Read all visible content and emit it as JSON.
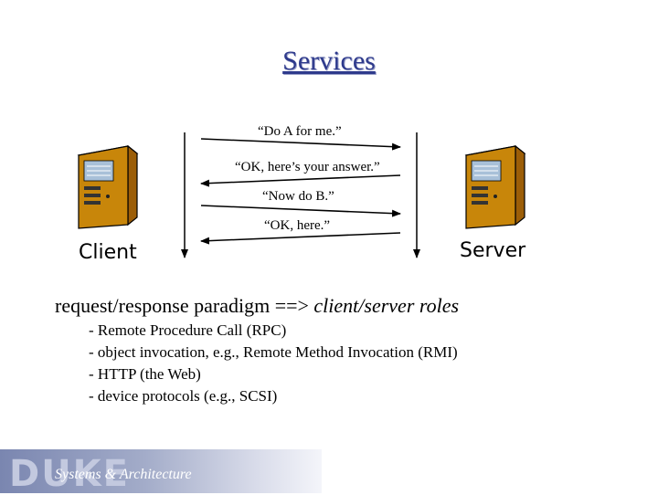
{
  "title": "Services",
  "messages": [
    {
      "text": "“Do A for me.”"
    },
    {
      "text": "“OK, here’s your answer.”"
    },
    {
      "text": "“Now do B.”"
    },
    {
      "text": "“OK, here.”"
    }
  ],
  "client_label": "Client",
  "server_label": "Server",
  "paradigm": {
    "prefix": "request/response paradigm ==> ",
    "emphasis": "client/server roles"
  },
  "bullets": [
    "- Remote Procedure Call (RPC)",
    "- object invocation, e.g., Remote Method Invocation (RMI)",
    "- HTTP (the Web)",
    "- device protocols (e.g., SCSI)"
  ],
  "footer": {
    "logo": "DUKE",
    "subtitle": "Systems & Architecture"
  },
  "colors": {
    "title": "#2e3a8c",
    "computer_body": "#c8860a",
    "footer": "#7a86b0"
  }
}
